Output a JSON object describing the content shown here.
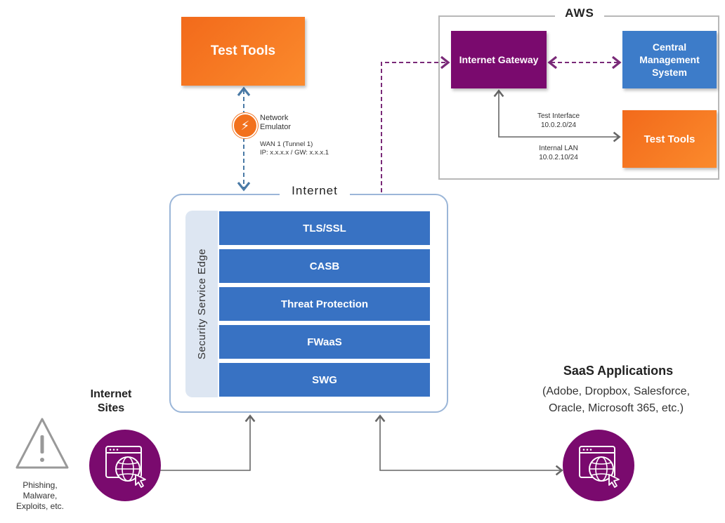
{
  "aws": {
    "title": "AWS",
    "internet_gateway": "Internet Gateway",
    "central_management": "Central Management System",
    "test_tools": "Test Tools",
    "test_interface_label": "Test Interface",
    "test_interface_subnet": "10.0.2.0/24",
    "internal_lan_label": "Internal LAN",
    "internal_lan_subnet": "10.0.2.10/24"
  },
  "test_tools_top": "Test Tools",
  "emulator": {
    "line1": "Network",
    "line2": "Emulator",
    "wan": "WAN 1 (Tunnel 1)",
    "ip": "IP: x.x.x.x / GW: x.x.x.1",
    "icon": "lightning-icon"
  },
  "sse": {
    "internet_label": "Internet",
    "side_label": "Security Service Edge",
    "layers": [
      "TLS/SSL",
      "CASB",
      "Threat Protection",
      "FWaaS",
      "SWG"
    ]
  },
  "internet_sites": {
    "title_line1": "Internet",
    "title_line2": "Sites",
    "threat_line1": "Phishing,",
    "threat_line2": "Malware,",
    "threat_line3": "Exploits, etc."
  },
  "saas": {
    "title": "SaaS Applications",
    "line1": "(Adobe, Dropbox, Salesforce,",
    "line2": "Oracle, Microsoft 365, etc.)"
  },
  "colors": {
    "orange": "#f2711d",
    "purple": "#7a0a6e",
    "blue": "#3872c3",
    "cms_blue": "#3d7cc9",
    "dashed_blue": "#4a7aa6",
    "dashed_purple": "#7a2a78"
  }
}
